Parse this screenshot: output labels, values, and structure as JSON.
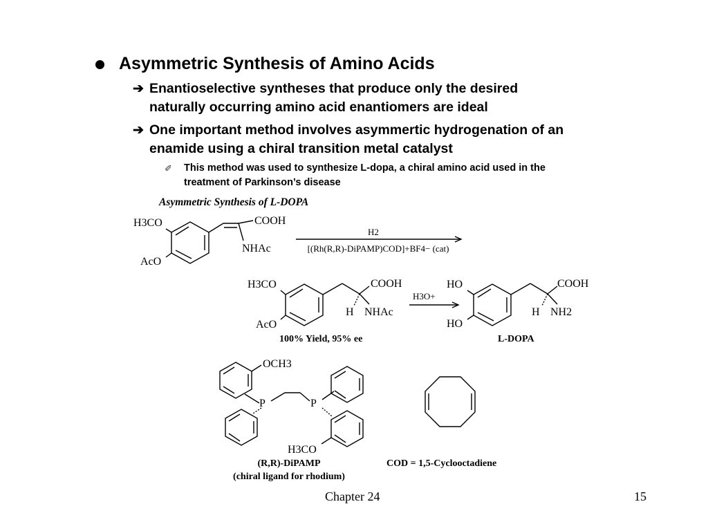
{
  "bullet1": {
    "text": "Asymmetric Synthesis of Amino Acids"
  },
  "sub_bullets": [
    {
      "lines": [
        "Enantioselective syntheses that produce only the desired",
        "naturally occurring amino acid enantiomers are ideal"
      ]
    },
    {
      "lines": [
        "One important method involves asymmertic hydrogenation of an",
        "enamide using a chiral transition metal catalyst"
      ]
    }
  ],
  "sub_sub_bullet": {
    "lines": [
      "This method was used to synthesize L-dopa, a chiral amino acid used in the",
      "treatment of Parkinson’s disease"
    ]
  },
  "figure": {
    "title": "Asymmetric Synthesis of L-DOPA",
    "reactant": {
      "h3co": "H3CO",
      "cooh": "COOH",
      "nhac": "NHAc",
      "aco": "AcO"
    },
    "step1": {
      "reagent_top": "H2",
      "reagent_bottom": "[(Rh(R,R)-DiPAMP)COD]+BF4− (cat)"
    },
    "intermediate": {
      "h3co": "H3CO",
      "cooh": "COOH",
      "h": "H",
      "nhac": "NHAc",
      "aco": "AcO",
      "yield": "100% Yield, 95% ee"
    },
    "step2": {
      "reagent": "H3O+"
    },
    "product": {
      "ho_top": "HO",
      "ho_bottom": "HO",
      "cooh": "COOH",
      "h": "H",
      "nh2": "NH2",
      "name": "L-DOPA"
    },
    "ligand": {
      "och3": "OCH3",
      "p": "P",
      "h3co": "H3CO",
      "name": "(R,R)-DiPAMP",
      "caption": "(chiral ligand for rhodium)"
    },
    "cod": {
      "caption": "COD = 1,5-Cyclooctadiene"
    }
  },
  "footer": {
    "chapter": "Chapter 24",
    "page": "15"
  }
}
